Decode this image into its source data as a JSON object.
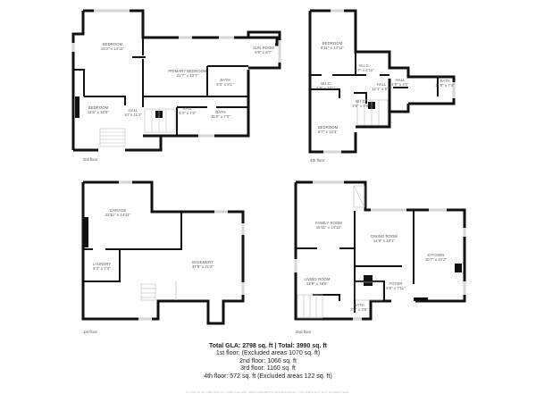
{
  "floors": [
    {
      "label": "3rd floor",
      "rooms": [
        {
          "name": "Bedroom",
          "dims": "15'3\" x 14'11\""
        },
        {
          "name": "Primary Bedroom",
          "dims": "21'7\" x 13'7\""
        },
        {
          "name": "Sun Room",
          "dims": "6'9\" x 8'7\""
        },
        {
          "name": "Bath",
          "dims": "9'3\" x 8'1\""
        },
        {
          "name": "Bedroom",
          "dims": "11'6\" x 10'6\""
        },
        {
          "name": "Hall",
          "dims": "10' x 11'1\""
        },
        {
          "name": "Hall",
          "dims": "6'4\" x 7'3\""
        },
        {
          "name": "Bath",
          "dims": "11'9\" x 7'3\""
        }
      ]
    },
    {
      "label": "4th floor",
      "rooms": [
        {
          "name": "Bedroom",
          "dims": "8'11\" x 14'11\""
        },
        {
          "name": "W.I.C.",
          "dims": "5'7\" x 4'11\""
        },
        {
          "name": "W.I.C.",
          "dims": "4'9\" x 3'11\""
        },
        {
          "name": "Hall",
          "dims": "12'1\" x 8'7\""
        },
        {
          "name": "Hall",
          "dims": "4'9\" x 4'2\""
        },
        {
          "name": "Bath",
          "dims": "11'9\" x 7'4\""
        },
        {
          "name": "W.I.C.",
          "dims": "3'5\" x 4'9\""
        },
        {
          "name": "Bedroom",
          "dims": "8'7\" x 12'3\""
        }
      ]
    },
    {
      "label": "1st floor",
      "rooms": [
        {
          "name": "Garage",
          "dims": "22'11\" x 14'11\""
        },
        {
          "name": "Laundry",
          "dims": "8'3\" x 7'4\""
        },
        {
          "name": "Basement",
          "dims": "37'8\" x 21'2\""
        }
      ]
    },
    {
      "label": "2nd floor",
      "rooms": [
        {
          "name": "Family Room",
          "dims": "15'11\" x 14'11\""
        },
        {
          "name": "Dining Room",
          "dims": "14'8\" x 13'1\""
        },
        {
          "name": "Kitchen",
          "dims": "10'7\" x 21'2\""
        },
        {
          "name": "Living Room",
          "dims": "13'9\" x 16'6\""
        },
        {
          "name": "Foyer",
          "dims": "6'6\" x 7'11\""
        },
        {
          "name": "Bath",
          "dims": "3'8\" x 3'9\""
        }
      ]
    }
  ],
  "summary": {
    "total": "Total GLA: 2798 sq. ft | Total: 3990 sq. ft",
    "lines": [
      "1st floor: (Excluded areas 1070 sq. ft)",
      "2nd floor: 1066 sq. ft",
      "3rd floor: 1160 sq. ft",
      "4th floor: 572 sq. ft (Excluded areas 122 sq. ft)"
    ],
    "disclaimer": "Floor plan created by CubiCasa app. Measurements deemed highly reliable but not guaranteed."
  }
}
